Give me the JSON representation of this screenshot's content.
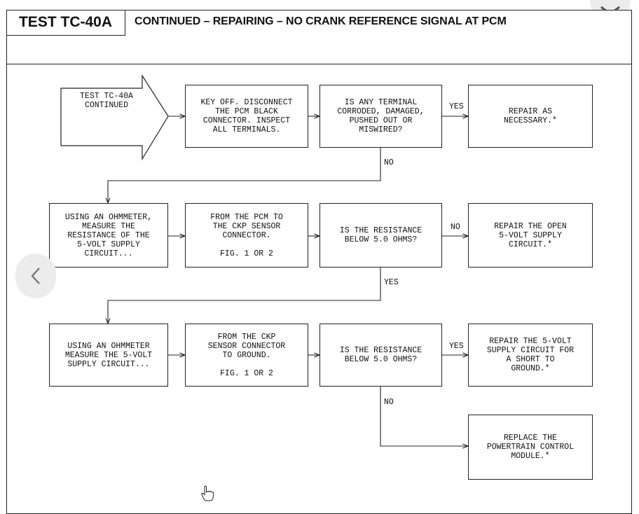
{
  "header": {
    "test_id": "TEST TC-40A",
    "title": "CONTINUED – REPAIRING – NO CRANK REFERENCE SIGNAL AT PCM"
  },
  "flow": {
    "start": "TEST TC-40A\nCONTINUED",
    "row1": {
      "step": "KEY OFF. DISCONNECT\nTHE PCM BLACK\nCONNECTOR. INSPECT\nALL TERMINALS.",
      "question": "IS ANY TERMINAL\nCORRODED, DAMAGED,\nPUSHED OUT OR\nMISWIRED?",
      "yes_label": "YES",
      "yes_result": "REPAIR AS\nNECESSARY.*",
      "no_label": "NO"
    },
    "row2": {
      "step_a": "USING AN OHMMETER,\nMEASURE THE\nRESISTANCE OF THE\n5-VOLT SUPPLY\nCIRCUIT...",
      "step_b": "FROM THE PCM TO\nTHE CKP SENSOR\nCONNECTOR.\n\nFIG. 1 OR 2",
      "question": "IS THE RESISTANCE\nBELOW 5.0 OHMS?",
      "no_label": "NO",
      "no_result": "REPAIR THE OPEN\n5-VOLT SUPPLY\nCIRCUIT.*",
      "yes_label": "YES"
    },
    "row3": {
      "step_a": "USING AN OHMMETER\nMEASURE THE 5-VOLT\nSUPPLY CIRCUIT...",
      "step_b": "FROM THE CKP\nSENSOR CONNECTOR\nTO GROUND.\n\nFIG. 1 OR 2",
      "question": "IS THE RESISTANCE\nBELOW 5.0 OHMS?",
      "yes_label": "YES",
      "yes_result": "REPAIR THE 5-VOLT\nSUPPLY CIRCUIT FOR\nA SHORT TO\nGROUND.*",
      "no_label": "NO",
      "no_result": "REPLACE THE\nPOWERTRAIN CONTROL\nMODULE.*"
    }
  },
  "icons": {
    "prev": "chevron-left-icon",
    "close": "close-icon",
    "cursor": "hand-pointer-icon"
  }
}
